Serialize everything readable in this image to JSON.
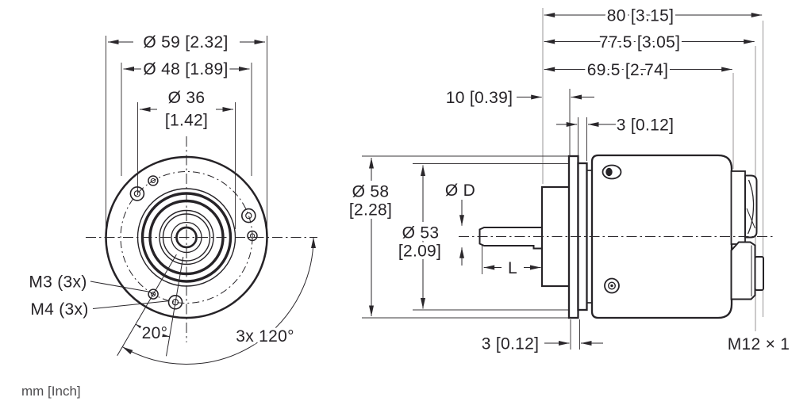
{
  "front_view": {
    "dim_outer_diameter": "Ø 59 [2.32]",
    "dim_bolt_circle": "Ø 48 [1.89]",
    "dim_pilot_diameter_mm": "Ø 36",
    "dim_pilot_diameter_inch": "[1.42]",
    "label_m3_holes": "M3 (3x)",
    "label_m4_holes": "M4 (3x)",
    "dim_offset_angle": "20°",
    "dim_spacing_angle": "3x 120°"
  },
  "side_view": {
    "dim_total_length": "80 [3.15]",
    "dim_length_to_cap": "77.5 [3.05]",
    "dim_body_length": "69.5 [2.74]",
    "dim_pilot_depth": "10 [0.39]",
    "dim_ring_thickness": "3 [0.12]",
    "dim_flange_diameter_mm": "Ø 58",
    "dim_flange_diameter_inch": "[2.28]",
    "dim_ring_diameter_mm": "Ø 53",
    "dim_ring_diameter_inch": "[2.09]",
    "dim_shaft_diameter": "Ø D",
    "dim_shaft_length": "L",
    "dim_flange_thickness": "3 [0.12]",
    "label_connector_thread": "M12 × 1"
  },
  "footer": {
    "units_label": "mm [Inch]"
  }
}
